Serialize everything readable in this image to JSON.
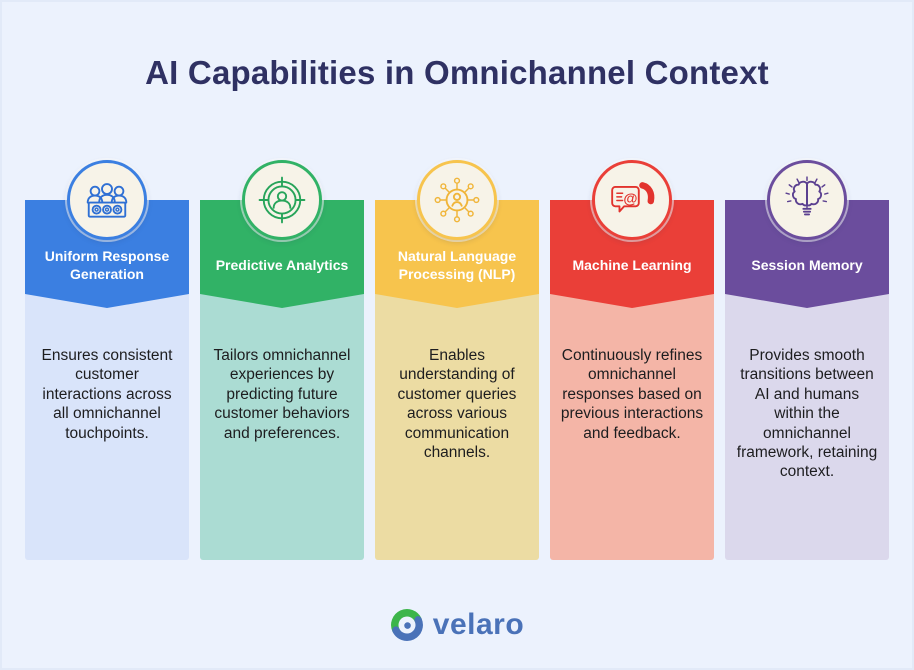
{
  "title": "AI Capabilities in Omnichannel Context",
  "title_color": "#2f3163",
  "background": "#ecf2fd",
  "columns": [
    {
      "title": "Uniform Response Generation",
      "description": "Ensures consistent customer interactions across all omnichannel touchpoints.",
      "icon": "team-panel-icon",
      "colors": {
        "header": "#3b7fe1",
        "body": "#d9e4fa",
        "icon": "#2e6fd4"
      }
    },
    {
      "title": "Predictive Analytics",
      "description": "Tailors omnichannel experiences by predicting future customer behaviors and preferences.",
      "icon": "target-user-icon",
      "colors": {
        "header": "#31b266",
        "body": "#abdcd3",
        "icon": "#27a45a"
      }
    },
    {
      "title": "Natural Language Processing (NLP)",
      "description": "Enables understanding of customer queries across various communication channels.",
      "icon": "network-user-icon",
      "colors": {
        "header": "#f7c44d",
        "body": "#ecdca3",
        "icon": "#f0b53a"
      }
    },
    {
      "title": "Machine Learning",
      "description": "Continuously refines omnichannel responses based on previous interactions and feedback.",
      "icon": "chat-at-phone-icon",
      "colors": {
        "header": "#ea3f38",
        "body": "#f4b5a7",
        "icon": "#e2332d"
      }
    },
    {
      "title": "Session Memory",
      "description": "Provides smooth transitions between AI and humans within the omnichannel framework, retaining context.",
      "icon": "brain-bulb-icon",
      "colors": {
        "header": "#6b4d9d",
        "body": "#dbd8ec",
        "icon": "#5b4090"
      }
    }
  ],
  "footer": {
    "brand": "velaro",
    "logo_green": "#3cb54a",
    "logo_blue": "#4a72b8"
  }
}
